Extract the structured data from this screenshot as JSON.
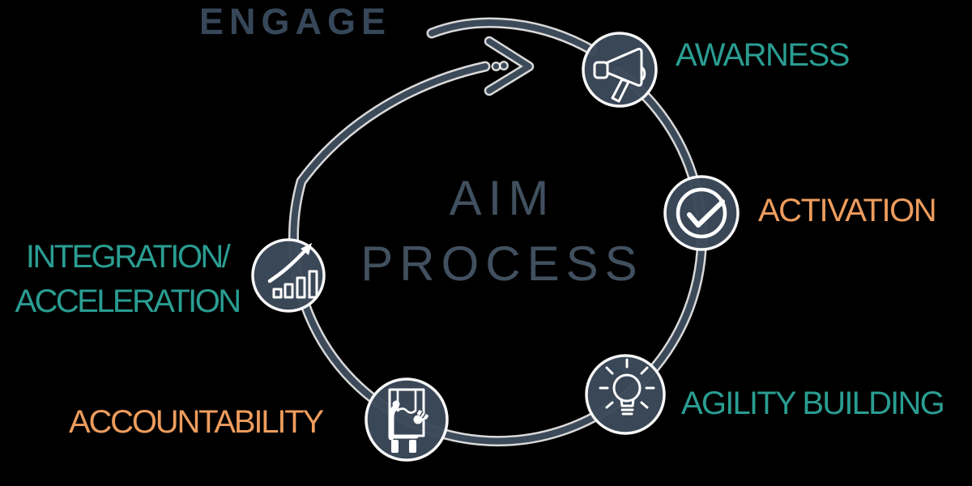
{
  "diagram": {
    "kind": "circular-process",
    "title": {
      "line1": "AIM",
      "line2": "PROCESS"
    }
  },
  "steps": [
    {
      "id": "engage",
      "label": "ENGAGE",
      "color": "#37475A",
      "icon": "fast-forward-arrow-icon"
    },
    {
      "id": "awareness",
      "label": "AWARNESS",
      "color": "#2A9D92",
      "icon": "megaphone-icon"
    },
    {
      "id": "activation",
      "label": "ACTIVATION",
      "color": "#EE9C5D",
      "icon": "checkmark-circle-icon"
    },
    {
      "id": "agility-building",
      "label": "AGILITY BUILDING",
      "color": "#2A9D92",
      "icon": "lightbulb-icon"
    },
    {
      "id": "accountability",
      "label": "ACCOUNTABILITY",
      "color": "#EE9C5D",
      "icon": "presenter-flipchart-icon"
    },
    {
      "id": "integration-acceleration",
      "label_line1": "INTEGRATION/",
      "label_line2": "ACCELERATION",
      "color": "#2A9D92",
      "icon": "growth-chart-icon"
    }
  ],
  "colors": {
    "background": "#000000",
    "slate": "#3C4B5C",
    "teal": "#2A9D92",
    "orange": "#EE9C5D",
    "icon_stroke": "#FFFFFF",
    "halo": "#FFFFFF"
  }
}
